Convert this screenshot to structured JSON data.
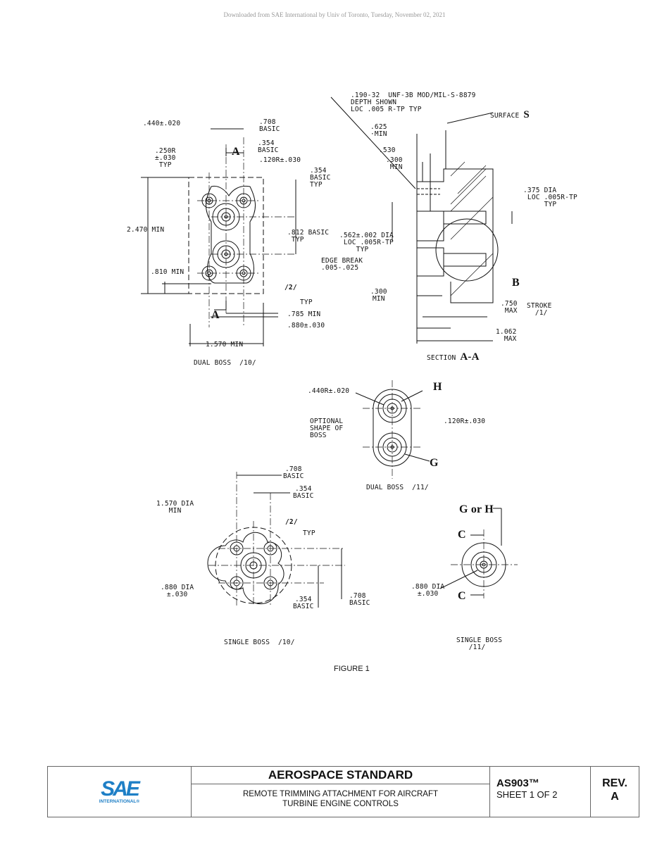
{
  "header": {
    "download_notice": "Downloaded from SAE International by Univ of Toronto, Tuesday, November 02, 2021"
  },
  "dual_boss_10": {
    "d440": ".440±.020",
    "d708": ".708\nBASIC",
    "d354": ".354\nBASIC",
    "a_top": "A",
    "d250": ".250R\n±.030\nTYP",
    "d120": ".120R±.030",
    "d354typ": ".354\nBASIC\nTYP",
    "d2470": "2.470 MIN",
    "d812": ".812 BASIC\n TYP",
    "d810": ".810 MIN",
    "note2": "/2/",
    "typ": "TYP",
    "a_bot": "A",
    "d785": ".785 MIN",
    "d880": ".880±.030",
    "d1570": "1.570 MIN",
    "caption": "DUAL BOSS  /10/"
  },
  "section_aa": {
    "thread": ".190-32  UNF-3B MOD/MIL-S-8879\nDEPTH SHOWN\nLOC .005 R-TP TYP",
    "surface": "SURFACE",
    "surface_letter": "S",
    "d625": ".625\n·MIN",
    "d530": ".530",
    "d300a": ".300\n MIN",
    "d375": ".375 DIA\n LOC .005R-TP\n     TYP",
    "d562": ".562±.002 DIA\n LOC .005R-TP\n    TYP",
    "edge": "EDGE BREAK\n.005-.025",
    "b": "B",
    "d300b": ".300\nMIN",
    "d750": ".750\n MAX",
    "stroke": "STROKE\n  /1/",
    "d1062": "1.062\n  MAX",
    "caption": "SECTION",
    "caption_letters": "A-A"
  },
  "dual_boss_11": {
    "d440": ".440R±.020",
    "h": "H",
    "optional": "OPTIONAL\nSHAPE OF\nBOSS",
    "d120": ".120R±.030",
    "g": "G",
    "caption": "DUAL BOSS  /11/"
  },
  "single_boss_10": {
    "d708": ".708\nBASIC",
    "d354": ".354\nBASIC",
    "d1570": "1.570 DIA\n   MIN",
    "note2": "/2/",
    "typ": "TYP",
    "d880": ".880 DIA\n±.030",
    "d354b": ".354\nBASIC",
    "d708b": ".708\nBASIC",
    "caption": "SINGLE BOSS  /10/"
  },
  "single_boss_11": {
    "gh": "G or H",
    "c1": "C",
    "d880": ".880 DIA\n±.030",
    "c2": "C",
    "caption": "SINGLE BOSS\n   /11/"
  },
  "figure_caption": "FIGURE 1",
  "title_block": {
    "logo_text": "SAE",
    "logo_sub": "INTERNATIONAL®",
    "heading": "AEROSPACE STANDARD",
    "title_line1": "REMOTE TRIMMING ATTACHMENT FOR AIRCRAFT",
    "title_line2": "TURBINE ENGINE CONTROLS",
    "doc_number": "AS903™",
    "sheet": "SHEET 1 OF 2",
    "rev_label": "REV.",
    "rev": "A",
    "brand_color": "#1e7fc6"
  }
}
